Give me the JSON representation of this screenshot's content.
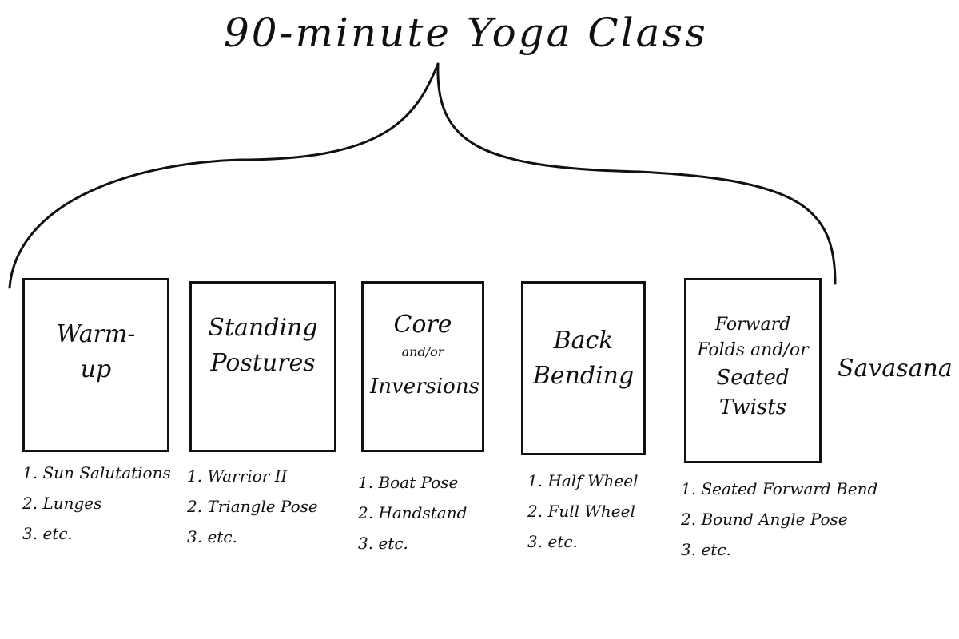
{
  "title": "90-minute Yoga Class",
  "sections": [
    {
      "label": [
        "Warm-",
        "up"
      ],
      "items": [
        "1. Sun Salutations",
        "2. Lunges",
        "3. etc."
      ]
    },
    {
      "label": [
        "Standing",
        "Postures"
      ],
      "items": [
        "1. Warrior II",
        "2. Triangle Pose",
        "3. etc."
      ]
    },
    {
      "label": [
        "Core",
        "and/or",
        "Inversions"
      ],
      "items": [
        "1. Boat Pose",
        "2. Handstand",
        "3. etc."
      ]
    },
    {
      "label": [
        "Back",
        "Bending"
      ],
      "items": [
        "1. Half Wheel",
        "2. Full Wheel",
        "3. etc."
      ]
    },
    {
      "label": [
        "Forward",
        "Folds and/or",
        "Seated",
        "Twists"
      ],
      "items": [
        "1. Seated Forward Bend",
        "2. Bound Angle Pose",
        "3. etc."
      ]
    }
  ],
  "final": "Savasana"
}
